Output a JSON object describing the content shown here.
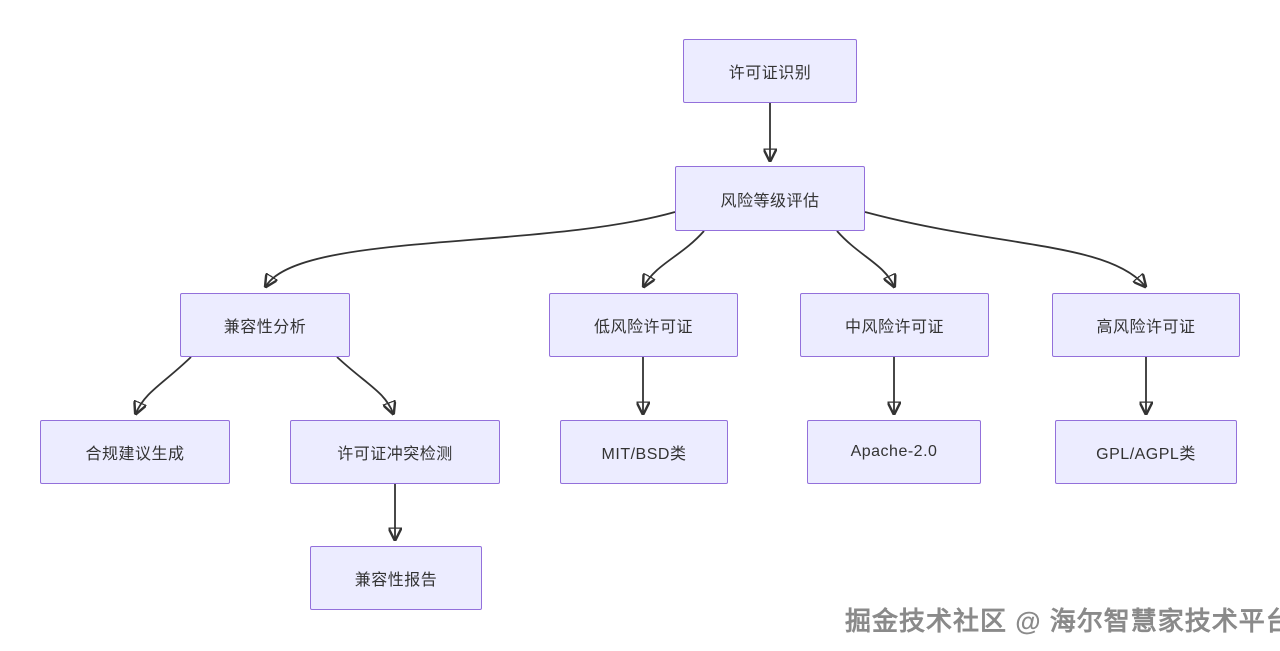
{
  "diagram": {
    "type": "flowchart-top-down",
    "nodes": {
      "license_identification": {
        "label": "许可证识别"
      },
      "risk_level_assessment": {
        "label": "风险等级评估"
      },
      "compatibility_analysis": {
        "label": "兼容性分析"
      },
      "low_risk_license": {
        "label": "低风险许可证"
      },
      "medium_risk_license": {
        "label": "中风险许可证"
      },
      "high_risk_license": {
        "label": "高风险许可证"
      },
      "compliance_recommendation": {
        "label": "合规建议生成"
      },
      "license_conflict_detection": {
        "label": "许可证冲突检测"
      },
      "mit_bsd_class": {
        "label": "MIT/BSD类"
      },
      "apache_2_0": {
        "label": "Apache-2.0"
      },
      "gpl_agpl_class": {
        "label": "GPL/AGPL类"
      },
      "compatibility_report": {
        "label": "兼容性报告"
      }
    },
    "edges": [
      {
        "from": "许可证识别",
        "to": "风险等级评估"
      },
      {
        "from": "风险等级评估",
        "to": "兼容性分析"
      },
      {
        "from": "风险等级评估",
        "to": "低风险许可证"
      },
      {
        "from": "风险等级评估",
        "to": "中风险许可证"
      },
      {
        "from": "风险等级评估",
        "to": "高风险许可证"
      },
      {
        "from": "兼容性分析",
        "to": "合规建议生成"
      },
      {
        "from": "兼容性分析",
        "to": "许可证冲突检测"
      },
      {
        "from": "低风险许可证",
        "to": "MIT/BSD类"
      },
      {
        "from": "中风险许可证",
        "to": "Apache-2.0"
      },
      {
        "from": "高风险许可证",
        "to": "GPL/AGPL类"
      },
      {
        "from": "许可证冲突检测",
        "to": "兼容性报告"
      }
    ],
    "colors": {
      "background": "#ffffff",
      "node_fill": "#ECECFF",
      "node_border": "#9370DB",
      "node_text": "#333333",
      "edge": "#333333"
    }
  },
  "watermark": {
    "text": "掘金技术社区 @ 海尔智慧家技术平台"
  }
}
